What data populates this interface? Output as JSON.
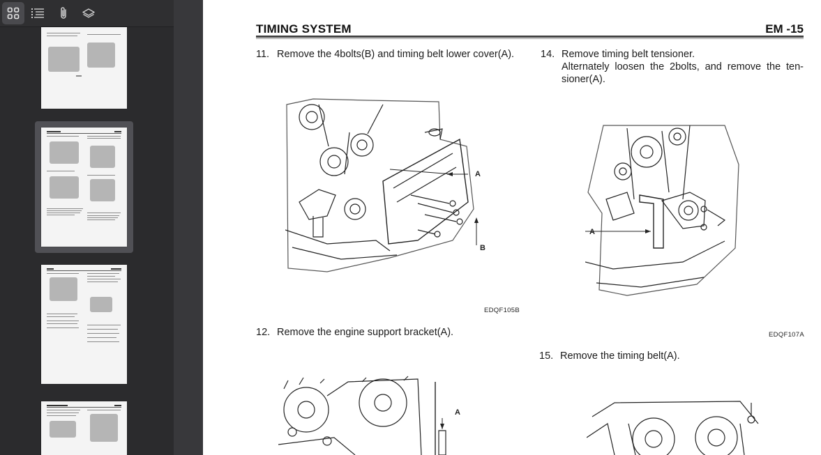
{
  "sidebar": {
    "toolbar": {
      "buttons": [
        {
          "name": "thumbnails-view-button",
          "icon": "grid-icon",
          "active": true
        },
        {
          "name": "outline-view-button",
          "icon": "list-icon",
          "active": false
        },
        {
          "name": "attachments-view-button",
          "icon": "paperclip-icon",
          "active": false
        },
        {
          "name": "layers-view-button",
          "icon": "layers-icon",
          "active": false
        }
      ]
    },
    "selected_page_index": 1
  },
  "page": {
    "header": {
      "title": "TIMING SYSTEM",
      "page_label": "EM -15"
    },
    "steps": {
      "s11": {
        "num": "11.",
        "text": "Remove the 4bolts(B) and timing belt lower cover(A)."
      },
      "s12": {
        "num": "12.",
        "text": "Remove the engine support bracket(A)."
      },
      "s14": {
        "num": "14.",
        "line1": "Remove timing belt tensioner.",
        "line2": "Alternately loosen the 2bolts, and remove the ten-",
        "line3": "sioner(A)."
      },
      "s15": {
        "num": "15.",
        "text": "Remove the timing belt(A)."
      }
    },
    "figures": {
      "f11": {
        "code": "EDQF105B",
        "label_a": "A",
        "label_b": "B"
      },
      "f14": {
        "code": "EDQF107A",
        "label_a": "A"
      },
      "f12": {
        "label_a": "A"
      }
    }
  }
}
